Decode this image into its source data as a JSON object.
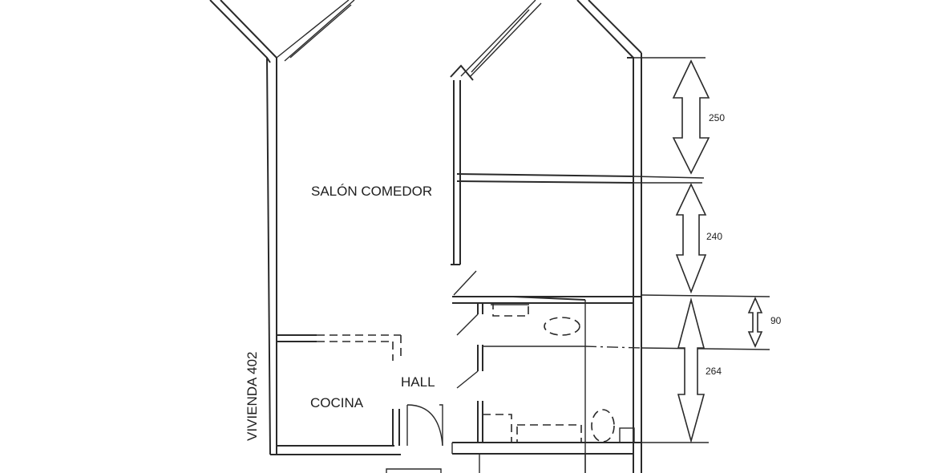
{
  "rooms": {
    "salon": "SALÓN COMEDOR",
    "hall": "HALL",
    "cocina": "COCINA",
    "vivienda": "VIVIENDA 402"
  },
  "dimensions": {
    "d1": "250",
    "d2": "240",
    "d3": "90",
    "d4": "264"
  }
}
